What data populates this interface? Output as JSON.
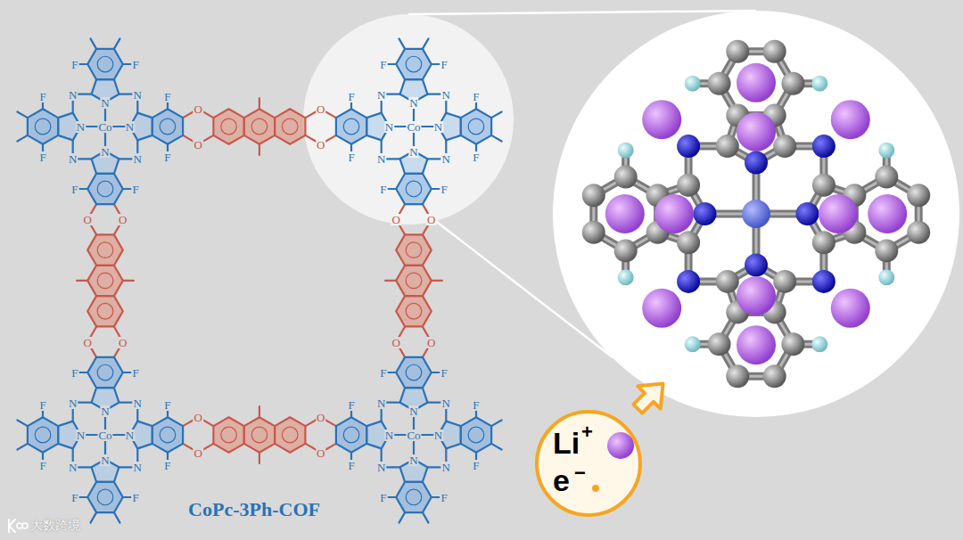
{
  "diagram": {
    "nodes": [
      {
        "text": [
          "Li",
          "+",
          "e",
          "−"
        ]
      }
    ],
    "labels": [
      "Co",
      "N",
      "N",
      "F",
      "F",
      "N",
      "N",
      "F",
      "F",
      "N",
      "N",
      "F",
      "F",
      "N",
      "N",
      "F",
      "F",
      "Co",
      "N",
      "N",
      "F",
      "F",
      "N",
      "N",
      "F",
      "F",
      "N",
      "N",
      "F",
      "F",
      "N",
      "N",
      "F",
      "F",
      "Co",
      "N",
      "N",
      "F",
      "F",
      "N",
      "N",
      "F",
      "F",
      "N",
      "N",
      "F",
      "F",
      "N",
      "N",
      "F",
      "F",
      "Co",
      "N",
      "N",
      "F",
      "F",
      "N",
      "N",
      "F",
      "F",
      "N",
      "N",
      "F",
      "F",
      "N",
      "N",
      "F",
      "F",
      "O",
      "O",
      "O",
      "O",
      "O",
      "O",
      "O",
      "O",
      "O",
      "O",
      "O",
      "O",
      "O",
      "O",
      "O",
      "O",
      "CoPc-3Ph-COF",
      "大数跨境"
    ]
  }
}
